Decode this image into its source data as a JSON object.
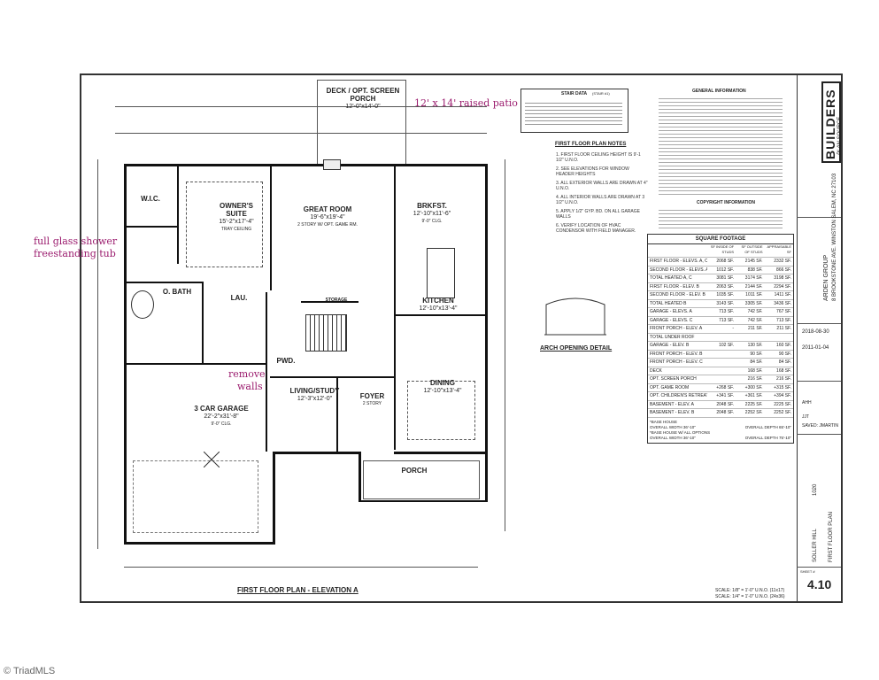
{
  "sheet": {
    "title": "FIRST FLOOR PLAN - ELEVATION A",
    "scale_note": "SCALE: 1/8\" = 1'-0\" U.N.O. (11x17)\nSCALE: 1/4\" = 1'-0\" U.N.O. (24x36)",
    "sheet_number": "4.10",
    "sheet_label": "SHEET #"
  },
  "annotations": {
    "patio": "12' x 14' raised patio",
    "shower_line1": "full glass shower",
    "shower_line2": "freestanding tub",
    "remove_line1": "remove",
    "remove_line2": "walls"
  },
  "rooms": {
    "screen_porch": {
      "name": "DECK / OPT. SCREEN PORCH",
      "dim": "12'-0\"x14'-0\""
    },
    "wic": {
      "name": "W.I.C.",
      "dim": ""
    },
    "owners_suite": {
      "name": "OWNER'S SUITE",
      "dim": "15'-2\"x17'-4\"",
      "note": "TRAY CEILING"
    },
    "great_room": {
      "name": "GREAT ROOM",
      "dim": "19'-6\"x19'-4\"",
      "note": "2 STORY W/ OPT. GAME RM."
    },
    "brkfst": {
      "name": "BRKFST.",
      "dim": "12'-10\"x11'-6\"",
      "note": "9'-0\" CLG."
    },
    "kitchen": {
      "name": "KITCHEN",
      "dim": "12'-10\"x13'-4\""
    },
    "o_bath": {
      "name": "O. BATH",
      "dim": ""
    },
    "lau": {
      "name": "LAU.",
      "dim": ""
    },
    "pwd": {
      "name": "PWD.",
      "dim": ""
    },
    "storage": {
      "name": "STORAGE",
      "dim": ""
    },
    "garage": {
      "name": "3 CAR GARAGE",
      "dim": "22'-2\"x31'-8\"",
      "note": "9'-0\" CLG."
    },
    "living": {
      "name": "LIVING/STUDY",
      "dim": "12'-3\"x12'-0\""
    },
    "foyer": {
      "name": "FOYER",
      "dim": "2 STORY"
    },
    "dining": {
      "name": "DINING",
      "dim": "12'-10\"x13'-4\""
    },
    "porch": {
      "name": "PORCH",
      "dim": ""
    }
  },
  "arch": {
    "label": "ARCH OPENING DETAIL"
  },
  "stair_data": {
    "title": "STAIR DATA",
    "sub": "(STAIR #1)"
  },
  "notes": {
    "general_title": "GENERAL INFORMATION",
    "first_floor_title": "FIRST FLOOR PLAN NOTES",
    "first_floor_items": [
      "1. FIRST FLOOR CEILING HEIGHT IS 9'-1 1/2\" U.N.O.",
      "2. SEE ELEVATIONS FOR WINDOW HEADER HEIGHTS",
      "3. ALL EXTERIOR WALLS ARE DRAWN AT 4\" U.N.O.",
      "4. ALL INTERIOR WALLS ARE DRAWN AT 3 1/2\" U.N.O.",
      "5. APPLY 1/2\" GYP. BD. ON ALL GARAGE WALLS",
      "6. VERIFY LOCATION OF HVAC CONDENSOR WITH FIELD MANAGER."
    ],
    "copyright_title": "COPYRIGHT INFORMATION"
  },
  "square_footage": {
    "title": "SQUARE FOOTAGE",
    "headers": [
      "",
      "SF INSIDE OF STUDS",
      "SF OUTSIDE OF STUDS",
      "APPRAISABLE SF"
    ],
    "rows": [
      [
        "FIRST FLOOR - ELEVS. A, C",
        "2068 SF.",
        "2145 SF.",
        "2332 SF."
      ],
      [
        "SECOND FLOOR - ELEVS. A, C",
        "1012 SF.",
        "838 SF.",
        "866 SF."
      ],
      [
        "TOTAL HEATED A, C",
        "3081 SF.",
        "3174 SF.",
        "3198 SF."
      ],
      [
        "FIRST FLOOR - ELEV. B",
        "2063 SF.",
        "2144 SF.",
        "2294 SF."
      ],
      [
        "SECOND FLOOR - ELEV. B",
        "1035 SF.",
        "1011 SF.",
        "1411 SF."
      ],
      [
        "TOTAL HEATED B",
        "3143 SF.",
        "3305 SF.",
        "3436 SF."
      ],
      [
        "GARAGE - ELEVS. A",
        "713 SF.",
        "742 SF.",
        "767 SF."
      ],
      [
        "GARAGE - ELEVS. C",
        "713 SF.",
        "742 SF.",
        "713 SF."
      ],
      [
        "FRONT PORCH - ELEV. A",
        "-",
        "211 SF.",
        "211 SF."
      ],
      [
        "TOTAL UNDER ROOF",
        "",
        "",
        ""
      ],
      [
        "GARAGE - ELEV. B",
        "102 SF.",
        "130 SF.",
        "160 SF."
      ],
      [
        "FRONT PORCH - ELEV. B",
        "",
        "90 SF.",
        "90 SF."
      ],
      [
        "FRONT PORCH - ELEV. C",
        "",
        "84 SF.",
        "84 SF."
      ],
      [
        "DECK",
        "",
        "168 SF.",
        "168 SF."
      ],
      [
        "OPT. SCREEN PORCH",
        "",
        "216 SF.",
        "216 SF."
      ],
      [
        "OPT. GAME ROOM",
        "+268 SF.",
        "+300 SF.",
        "+315 SF."
      ],
      [
        "OPT. CHILDREN'S RETREAT",
        "+341 SF.",
        "+361 SF.",
        "+394 SF."
      ],
      [
        "BASEMENT - ELEV. A",
        "2048 SF.",
        "2225 SF.",
        "2225 SF."
      ],
      [
        "BASEMENT - ELEV. B",
        "2048 SF.",
        "2252 SF.",
        "2252 SF."
      ]
    ],
    "base_house": "*BASE HOUSE",
    "overall_width": "OVERALL WIDTH  36'-10\"",
    "overall_depth": "OVERALL DEPTH  65'-10\"",
    "base_house2": "*BASE HOUSE W/ ALL OPTIONS",
    "overall_width2": "OVERALL WIDTH  36'-10\"",
    "overall_depth2": "OVERALL DEPTH  75'-10\""
  },
  "title_block": {
    "logo_line1": "BUILDERS",
    "logo_line2": "PLAN SOURCE",
    "client": "ARDEN GROUP",
    "address": "8 BROOKSTONE AVE.\nWINSTON SALEM, NC 27103",
    "date": "2018-08-30",
    "revision": "2011-01-04",
    "drawn_by": "AHH",
    "approved_by": "JJT",
    "saved": "SAVED: JMARTIN",
    "plan_name": "SOLLER HILL",
    "plan_number": "1020",
    "drawing": "FIRST FLOOR PLAN"
  },
  "watermark": "© TriadMLS",
  "colors": {
    "annotation": "#9b1c6e",
    "line": "#111111",
    "paper": "#ffffff"
  }
}
